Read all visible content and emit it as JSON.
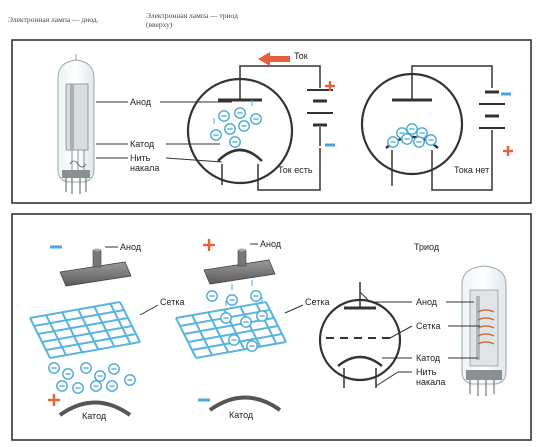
{
  "captions": {
    "left": "Электронная лампа — диод.",
    "right_line1": "Электронная лампа — триод",
    "right_line2": "(вверху)"
  },
  "top_panel": {
    "anode_label": "Анод",
    "cathode_label": "Катод",
    "filament_line1": "Нить",
    "filament_line2": "накала",
    "current_label": "Ток",
    "current_yes": "Ток есть",
    "current_no": "Тока нет"
  },
  "bottom_panel": {
    "anode_left": "Анод",
    "anode_mid": "Анод",
    "grid_left": "Сетка",
    "grid_mid": "Сетка",
    "cathode_left": "Катод",
    "cathode_mid": "Катод",
    "triode_title": "Триод",
    "triode_anode": "Анод",
    "triode_grid": "Сетка",
    "triode_cathode": "Катод",
    "triode_filament_line1": "Нить",
    "triode_filament_line2": "накала"
  },
  "colors": {
    "electron": "#4aa8d8",
    "grid": "#5ab4e0",
    "plus": "#e8603a",
    "minus": "#4aa8d8",
    "frame": "#333333"
  }
}
